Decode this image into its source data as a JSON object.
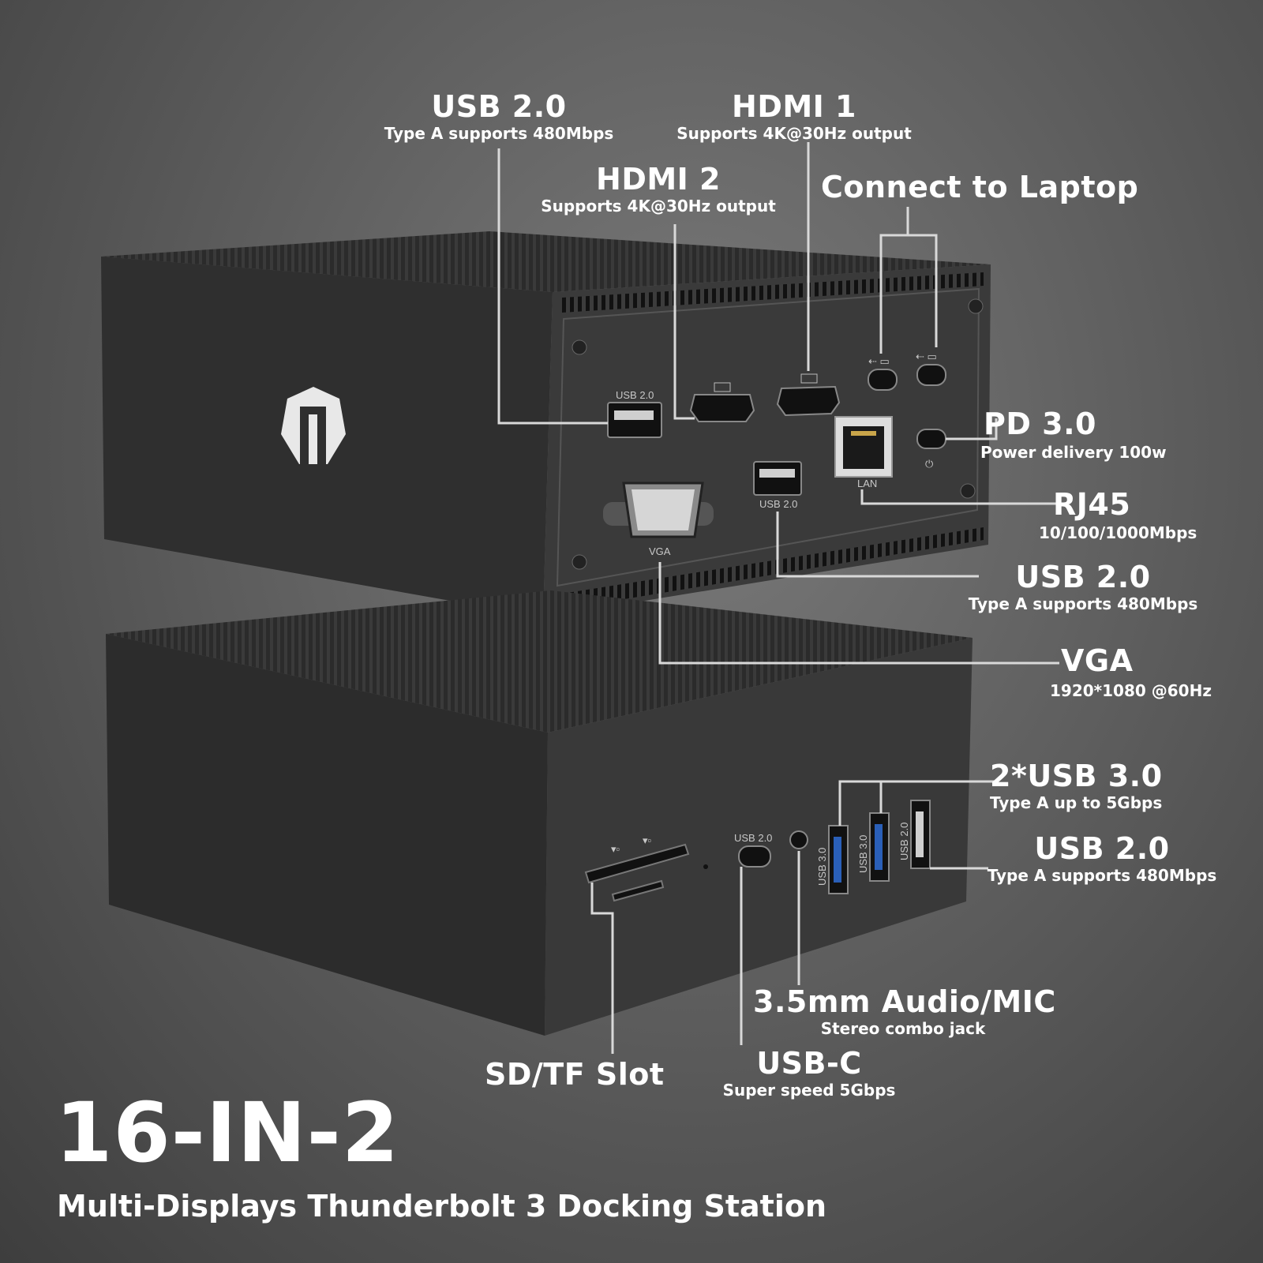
{
  "headline": "16-IN-2",
  "tagline": "Multi-Displays Thunderbolt 3 Docking Station",
  "callouts": {
    "usb20_top": {
      "title": "USB 2.0",
      "sub": "Type A supports 480Mbps"
    },
    "hdmi1": {
      "title": "HDMI 1",
      "sub": "Supports 4K@30Hz output"
    },
    "hdmi2": {
      "title": "HDMI 2",
      "sub": "Supports 4K@30Hz output"
    },
    "laptop": {
      "title": "Connect to Laptop"
    },
    "pd": {
      "title": "PD 3.0",
      "sub": "Power delivery 100w"
    },
    "rj45": {
      "title": "RJ45",
      "sub": "10/100/1000Mbps"
    },
    "usb20_mid": {
      "title": "USB 2.0",
      "sub": "Type A supports 480Mbps"
    },
    "vga": {
      "title": "VGA",
      "sub": "1920*1080 @60Hz"
    },
    "usb30": {
      "title": "2*USB 3.0",
      "sub": "Type A up to 5Gbps"
    },
    "usb20_low": {
      "title": "USB 2.0",
      "sub": "Type A supports 480Mbps"
    },
    "audio": {
      "title": "3.5mm Audio/MIC",
      "sub": "Stereo combo jack"
    },
    "usbc": {
      "title": "USB-C",
      "sub": "Super speed 5Gbps"
    },
    "sd": {
      "title": "SD/TF Slot"
    }
  },
  "port_labels": {
    "usb20_a": "USB 2.0",
    "usb20_b": "USB 2.0",
    "vga": "VGA",
    "lan": "LAN",
    "usbc": "USB 2.0",
    "usb30_a": "USB 3.0",
    "usb30_b": "USB 3.0",
    "usb20_c": "USB 2.0"
  },
  "colors": {
    "background": "#5f5f5f",
    "device": "#2e2e2e",
    "leader": "#d9d9d9",
    "text": "#ffffff"
  }
}
